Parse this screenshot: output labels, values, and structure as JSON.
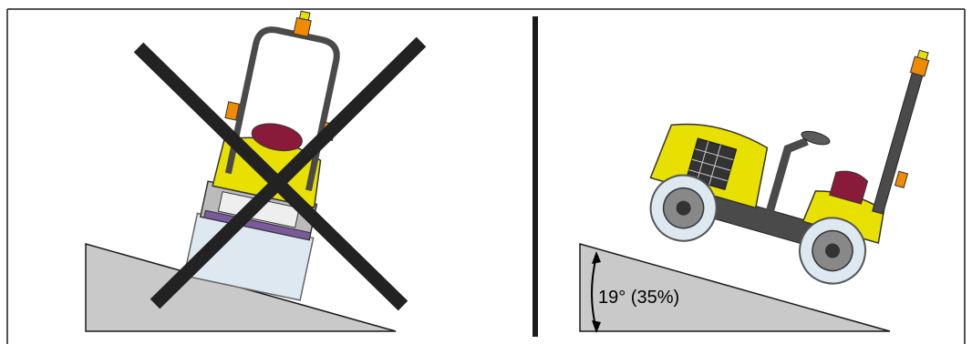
{
  "figure": {
    "left_panel": {
      "status": "not-permitted",
      "symbol": "cross-out"
    },
    "right_panel": {
      "status": "permitted",
      "slope_label": "19° (35%)"
    },
    "colors": {
      "frame": "#1a1a1a",
      "ramp_fill": "#c9c9c9",
      "machine_yellow": "#e8e000",
      "machine_dark": "#4a4a4a",
      "beacon_orange": "#f08a00",
      "cross": "#222222",
      "seat_red": "#8a1a3a"
    }
  }
}
